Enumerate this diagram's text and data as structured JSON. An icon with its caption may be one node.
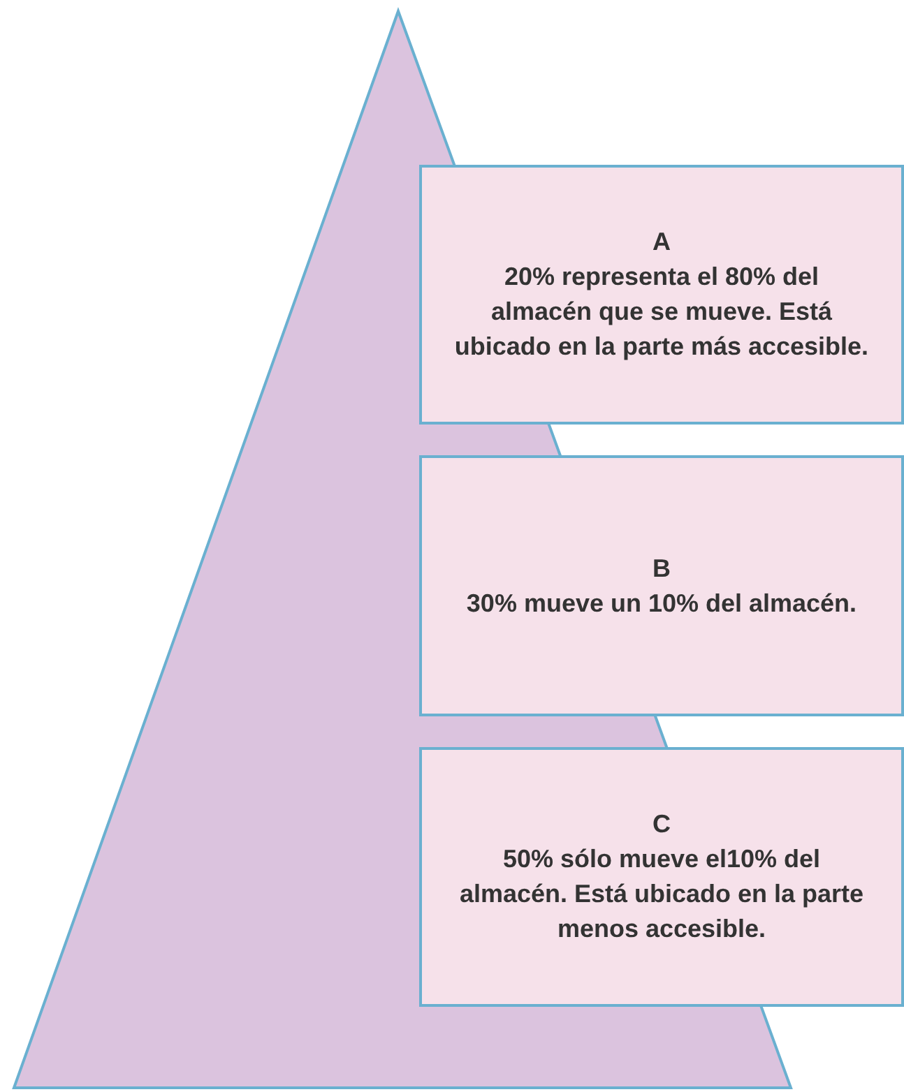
{
  "diagram": {
    "nodes": [
      {
        "text": [
          "A",
          "20% representa el 80% del almacén que se mueve. Está ubicado en la parte más accesible."
        ]
      },
      {
        "text": [
          "B",
          "30% mueve un 10% del almacén."
        ]
      },
      {
        "text": [
          "C",
          "50% sólo mueve el10% del almacén. Está ubicado en la parte menos accesible."
        ]
      }
    ]
  }
}
